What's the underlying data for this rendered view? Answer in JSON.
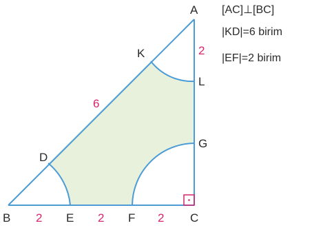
{
  "points": {
    "A": "A",
    "B": "B",
    "C": "C",
    "D": "D",
    "E": "E",
    "F": "F",
    "G": "G",
    "K": "K",
    "L": "L"
  },
  "lengths": {
    "AL": "2",
    "AK": "6",
    "BE": "2",
    "EF": "2",
    "FC": "2"
  },
  "given": [
    "[AC]⊥[BC]",
    "|KD|=6 birim",
    "|EF|=2 birim"
  ],
  "colors": {
    "line": "#4a9bd6",
    "shaded": "#e8f1dc",
    "length_label": "#d6246e",
    "right_angle_marker": "#d6246e",
    "text": "#2a2a2a"
  }
}
